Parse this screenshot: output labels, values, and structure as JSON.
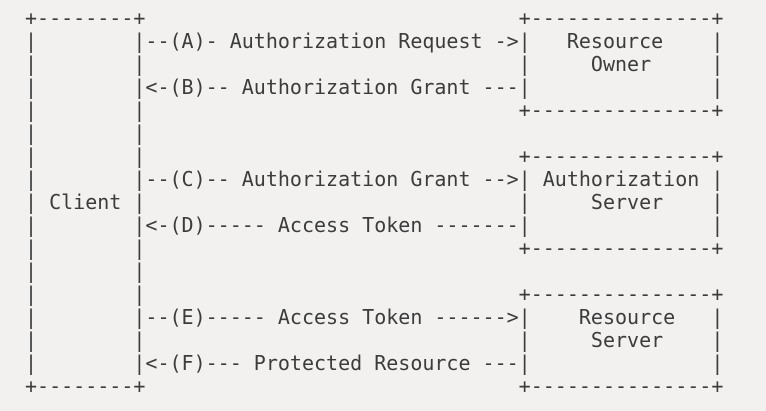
{
  "palette": {
    "background": "#f2f1ef",
    "text": "#3c3c3c"
  },
  "diagram": {
    "kind": "ascii-flow-diagram",
    "entities": {
      "client": "Client",
      "resource_owner": "Resource Owner",
      "authorization_server": "Authorization Server",
      "resource_server": "Resource Server"
    },
    "steps": [
      {
        "id": "A",
        "label": "Authorization Request",
        "from": "Client",
        "to": "Resource Owner"
      },
      {
        "id": "B",
        "label": "Authorization Grant",
        "from": "Resource Owner",
        "to": "Client"
      },
      {
        "id": "C",
        "label": "Authorization Grant",
        "from": "Client",
        "to": "Authorization Server"
      },
      {
        "id": "D",
        "label": "Access Token",
        "from": "Authorization Server",
        "to": "Client"
      },
      {
        "id": "E",
        "label": "Access Token",
        "from": "Client",
        "to": "Resource Server"
      },
      {
        "id": "F",
        "label": "Protected Resource",
        "from": "Resource Server",
        "to": "Client"
      }
    ],
    "ascii_lines": [
      "+--------+                               +---------------+",
      "|        |--(A)- Authorization Request ->|   Resource    |",
      "|        |                               |     Owner     |",
      "|        |<-(B)-- Authorization Grant ---|               |",
      "|        |                               +---------------+",
      "|        |",
      "|        |                               +---------------+",
      "|        |--(C)-- Authorization Grant -->| Authorization |",
      "| Client |                               |     Server    |",
      "|        |<-(D)----- Access Token -------|               |",
      "|        |                               +---------------+",
      "|        |",
      "|        |                               +---------------+",
      "|        |--(E)----- Access Token ------>|    Resource   |",
      "|        |                               |     Server    |",
      "|        |<-(F)--- Protected Resource ---|               |",
      "+--------+                               +---------------+"
    ]
  }
}
